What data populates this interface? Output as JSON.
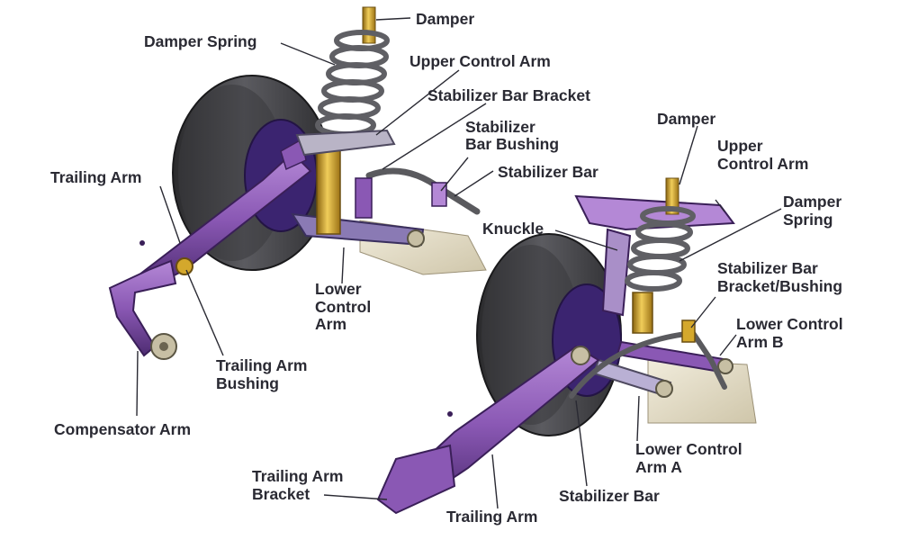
{
  "colors": {
    "background": "#ffffff",
    "label_text": "#2a2a33",
    "arm_purple": "#8a58b4",
    "arm_purple_dark": "#4e2c72",
    "arm_purple_light": "#b488d6",
    "tire_grey": "#4a4a4e",
    "tire_dark": "#2a2a2c",
    "hub_purple": "#3b2470",
    "damper_gold": "#d4a82c",
    "spring_grey": "#6d6d72",
    "bar_grey": "#5a5a5e",
    "body_panel": "#e7e1cd"
  },
  "labels": {
    "left": {
      "damper": "Damper",
      "damper_spring": "Damper Spring",
      "upper_control_arm": "Upper Control Arm",
      "stabilizer_bar_bracket": "Stabilizer Bar Bracket",
      "stabilizer_bar_bushing_1": "Stabilizer",
      "stabilizer_bar_bushing_2": "Bar Bushing",
      "stabilizer_bar": "Stabilizer Bar",
      "trailing_arm": "Trailing Arm",
      "lower_control_arm_1": "Lower",
      "lower_control_arm_2": "Control",
      "lower_control_arm_3": "Arm",
      "trailing_arm_bushing_1": "Trailing Arm",
      "trailing_arm_bushing_2": "Bushing",
      "compensator_arm": "Compensator Arm"
    },
    "right": {
      "damper": "Damper",
      "upper_control_arm_1": "Upper",
      "upper_control_arm_2": "Control Arm",
      "damper_spring_1": "Damper",
      "damper_spring_2": "Spring",
      "knuckle": "Knuckle",
      "stabilizer_bar_bracket_bushing_1": "Stabilizer Bar",
      "stabilizer_bar_bracket_bushing_2": "Bracket/Bushing",
      "lower_control_arm_b_1": "Lower Control",
      "lower_control_arm_b_2": "Arm B",
      "lower_control_arm_a_1": "Lower Control",
      "lower_control_arm_a_2": "Arm A",
      "trailing_arm_bracket_1": "Trailing Arm",
      "trailing_arm_bracket_2": "Bracket",
      "stabilizer_bar": "Stabilizer Bar",
      "trailing_arm": "Trailing Arm"
    }
  }
}
